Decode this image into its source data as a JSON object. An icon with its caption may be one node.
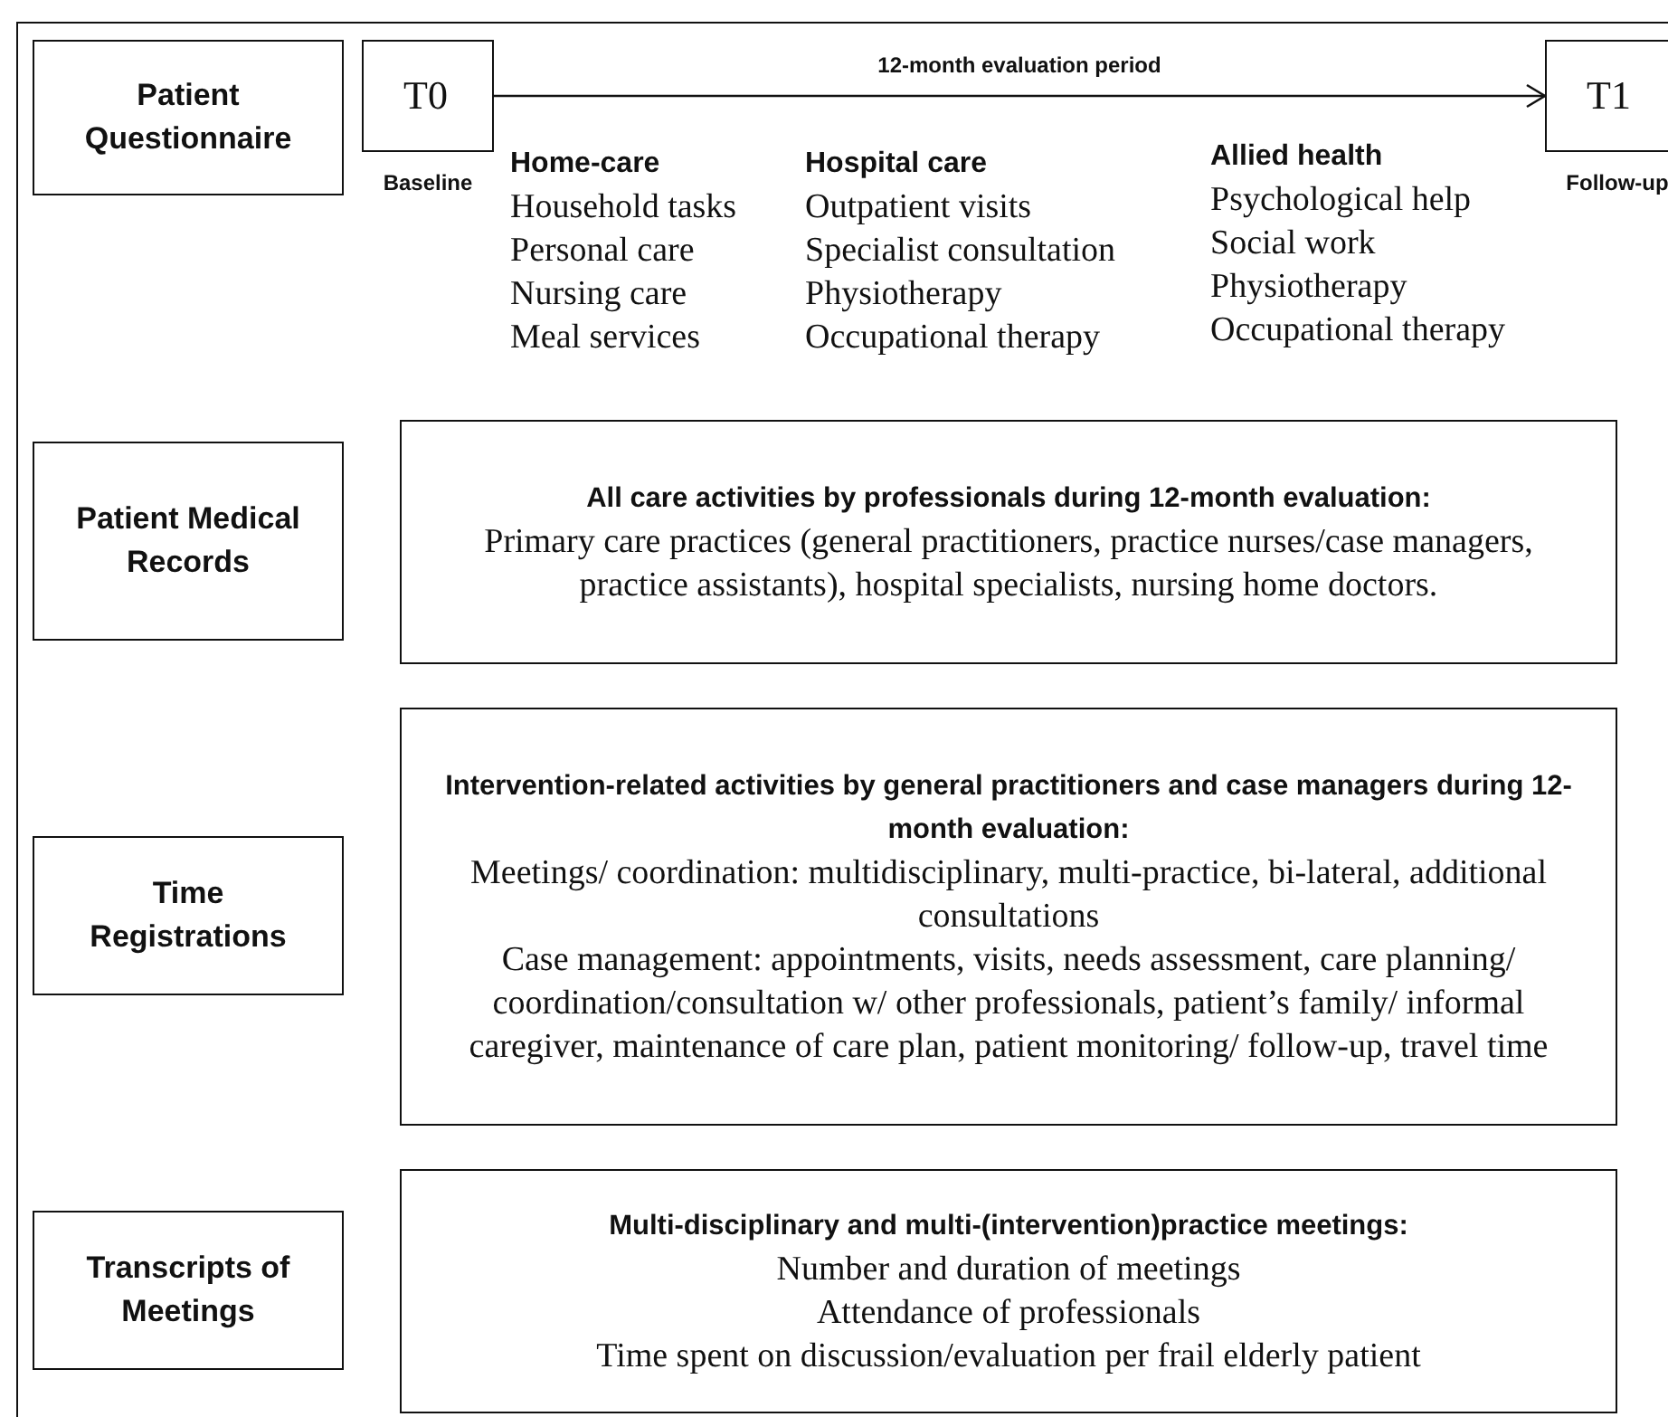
{
  "diagram": {
    "nodes": [
      {
        "text": [
          "Patient Questionnaire"
        ]
      },
      {
        "text": [
          "T0"
        ],
        "beside": [
          "Baseline"
        ]
      },
      {
        "text": [
          "T1"
        ],
        "beside": [
          "Follow-up"
        ]
      },
      {
        "text": [
          "Patient Medical Records"
        ]
      },
      {
        "text": [
          "All care activities by professionals during 12-month evaluation:",
          "Primary care practices (general practitioners, practice nurses/case managers, practice assistants), hospital specialists, nursing home doctors."
        ]
      },
      {
        "text": [
          "Time Registrations"
        ]
      },
      {
        "text": [
          "Intervention-related activities by general practitioners and case managers during 12-month evaluation:",
          "Meetings/ coordination: multidisciplinary, multi-practice, bi-lateral, additional consultations",
          "Case management: appointments, visits, needs assessment, care planning/ coordination/consultation w/ other professionals, patient’s family/ informal caregiver, maintenance of care plan, patient monitoring/ follow-up, travel time"
        ]
      },
      {
        "text": [
          "Transcripts of Meetings"
        ]
      },
      {
        "text": [
          "Multi-disciplinary and multi-(intervention)practice meetings:",
          "Number and duration of meetings",
          "Attendance of professionals",
          "Time spent on discussion/evaluation per frail elderly patient"
        ]
      }
    ],
    "edges": [
      {
        "from": 1,
        "to": 2,
        "arrow": "to",
        "label": "12-month evaluation period"
      }
    ],
    "labels": [
      "Home-care",
      "Household tasks",
      "Personal care",
      "Nursing care",
      "Meal services",
      "Hospital care",
      "Outpatient visits",
      "Specialist consultation",
      "Physiotherapy",
      "Occupational therapy",
      "Allied health",
      "Psychological help",
      "Social work",
      "Physiotherapy",
      "Occupational therapy"
    ]
  }
}
